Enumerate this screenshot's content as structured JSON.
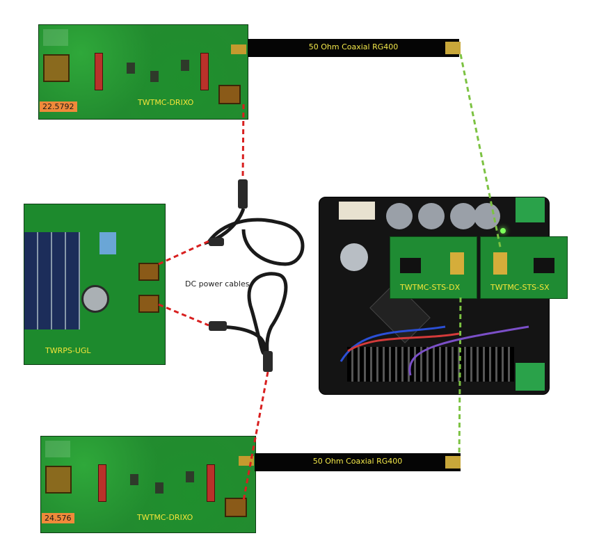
{
  "labels": {
    "board_top": "TWTMC-DRIXO",
    "board_bottom": "TWTMC-DRIXO",
    "freq_top": "22.5792",
    "freq_bottom": "24.576",
    "psu": "TWRPS-UGL",
    "sts_dx": "TWTMC-STS-DX",
    "sts_sx": "TWTMC-STS-SX",
    "cable_top": "50 Ohm Coaxial RG400",
    "cable_bottom": "50 Ohm Coaxial RG400",
    "dc_cables": "DC power cables"
  },
  "colors": {
    "pcb_green": "#228b2f",
    "label_yellow": "#f5e53a",
    "freq_orange": "#f08a3a",
    "dc_line_red": "#d81f1f",
    "coax_line_green": "#7cc242",
    "cable_black": "#050505"
  }
}
